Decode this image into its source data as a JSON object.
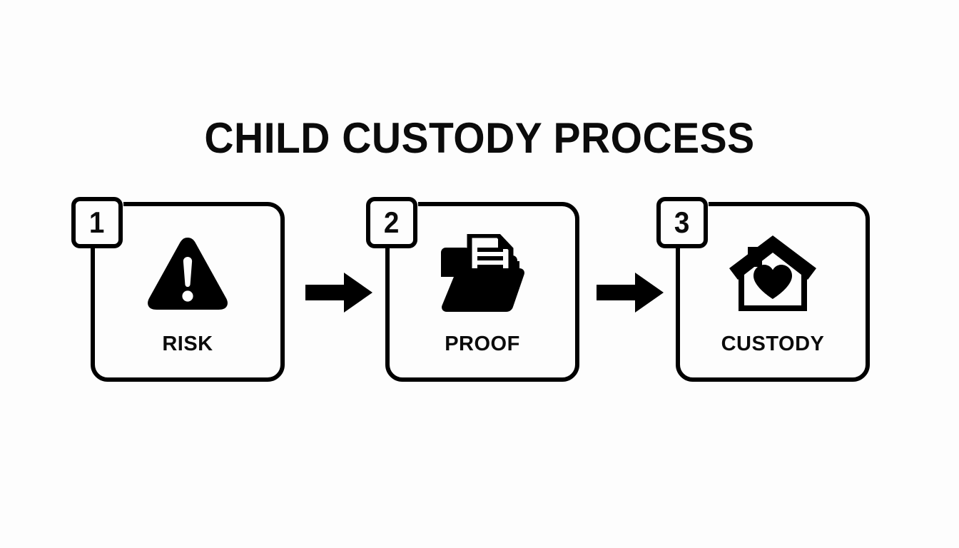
{
  "page": {
    "title": "CHILD CUSTODY PROCESS",
    "background_color": "#fdfdfd",
    "ink_color": "#0b0b0b"
  },
  "flow": {
    "steps": [
      {
        "number": "1",
        "label": "RISK",
        "icon": "warning-triangle-icon"
      },
      {
        "number": "2",
        "label": "PROOF",
        "icon": "folder-document-icon"
      },
      {
        "number": "3",
        "label": "CUSTODY",
        "icon": "house-heart-icon"
      }
    ],
    "connectors": [
      {
        "icon": "arrow-right-icon"
      },
      {
        "icon": "arrow-right-icon"
      }
    ]
  }
}
